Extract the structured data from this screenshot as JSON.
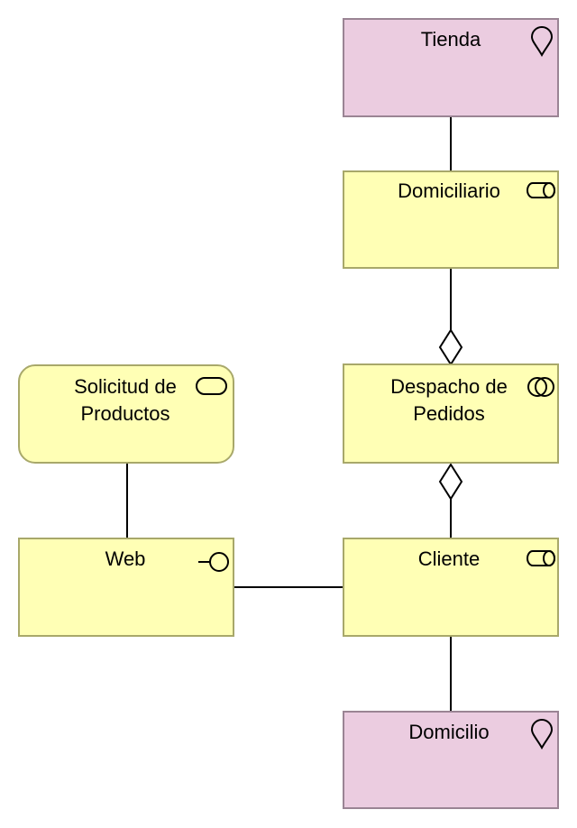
{
  "colors": {
    "location_fill": "#ebcce0",
    "location_stroke": "#9a8494",
    "business_fill": "#ffffb5",
    "business_stroke": "#a8a86a",
    "line": "#000000"
  },
  "nodes": {
    "tienda": {
      "label": "Tienda",
      "type": "location",
      "icon": "location-pin-icon"
    },
    "domiciliario": {
      "label": "Domiciliario",
      "type": "business-role",
      "icon": "role-icon"
    },
    "despacho": {
      "label_line1": "Despacho de",
      "label_line2": "Pedidos",
      "type": "business-collaboration",
      "icon": "collaboration-icon"
    },
    "solicitud": {
      "label_line1": "Solicitud de",
      "label_line2": "Productos",
      "type": "business-service",
      "icon": "service-icon"
    },
    "web": {
      "label": "Web",
      "type": "business-interface",
      "icon": "interface-icon"
    },
    "cliente": {
      "label": "Cliente",
      "type": "business-role",
      "icon": "role-icon"
    },
    "domicilio": {
      "label": "Domicilio",
      "type": "location",
      "icon": "location-pin-icon"
    }
  }
}
